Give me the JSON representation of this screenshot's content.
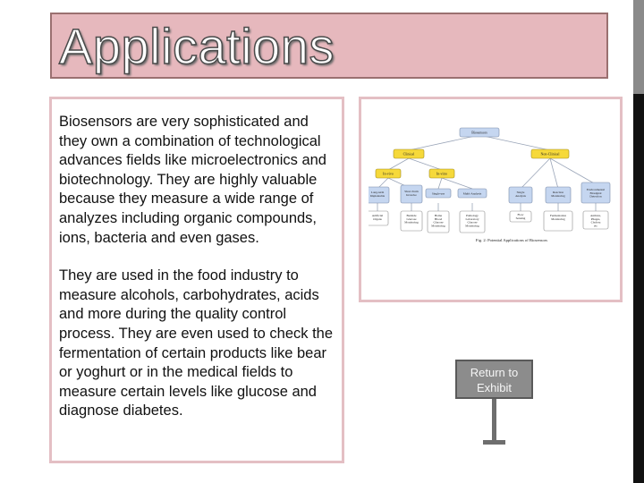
{
  "title": "Applications",
  "paragraphs": [
    "Biosensors are very sophisticated and they own a combination of technological advances fields like microelectronics and biotechnology. They are highly valuable because they measure a wide range of analyzes including organic compounds, ions, bacteria and even gases.",
    "They are used in the food industry to measure alcohols, carbohydrates, acids and more during the quality control process. They are even used to check the fermentation of certain products like bear  or yoghurt or in the medical fields to measure certain levels like glucose and diagnose diabetes."
  ],
  "figure": {
    "caption": "Fig. 2: Potential Applications of Biosensors",
    "root": "Biosensors",
    "level1": [
      "Clinical",
      "Non-Clinical"
    ],
    "level2": [
      "In-vivo",
      "In-vitro"
    ],
    "level3": [
      "Long-term Implantable",
      "Short-Term Invasive",
      "Single-use",
      "Multi-Analysis",
      "Single Analysis",
      "Reaction Monitoring",
      "Environmental Biosignal Detection"
    ],
    "level4": [
      "Artificial Organs",
      "Bedside Glucose Monitoring",
      "Home Blood Glucose Monitoring",
      "Pathology Laboratory Glucose Monitoring",
      "Flow Sensing",
      "Fermentation Monitoring",
      "Anthrax, Phages, Cholera etc"
    ]
  },
  "return_button": {
    "line1": "Return to",
    "line2": "Exhibit"
  },
  "colors": {
    "title_bg": "#e6b8bd",
    "box_border": "#e4bfc4",
    "button_bg": "#8c8c8c",
    "node_blue": "#c5d6f0",
    "node_yellow": "#f6d93a"
  }
}
